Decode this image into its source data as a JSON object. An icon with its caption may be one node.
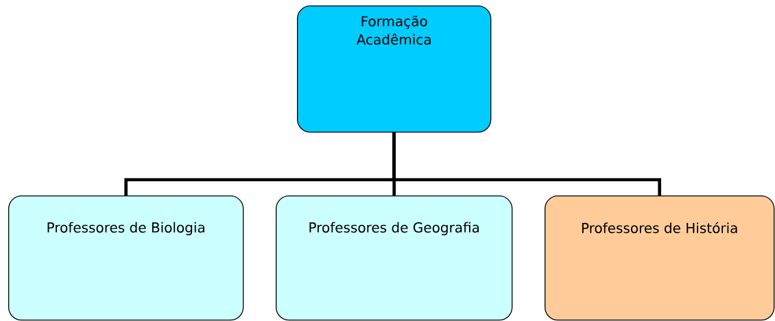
{
  "diagram": {
    "nodes": [
      {
        "text": [
          "Formação Acadêmica"
        ]
      },
      {
        "text": [
          "Professores de Biologia"
        ]
      },
      {
        "text": [
          "Professores de Geografia"
        ]
      },
      {
        "text": [
          "Professores de História"
        ]
      }
    ],
    "edges": [
      {
        "from": 0,
        "to": 1,
        "arrow": "none"
      },
      {
        "from": 0,
        "to": 2,
        "arrow": "none"
      },
      {
        "from": 0,
        "to": 3,
        "arrow": "none"
      }
    ]
  }
}
